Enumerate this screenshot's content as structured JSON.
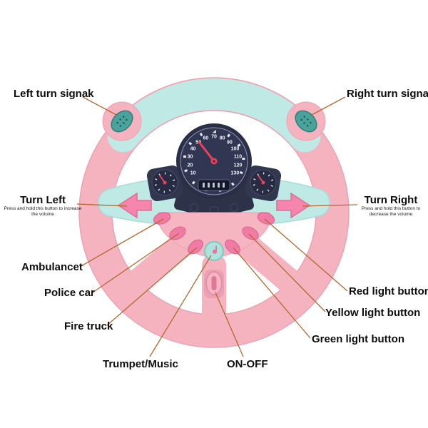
{
  "labels": {
    "left_turn_signal": "Left turn signak",
    "right_turn_signal": "Right turn signa",
    "turn_left": {
      "title": "Turn Left",
      "subtitle": "Press and hold this button to increase the volume"
    },
    "turn_right": {
      "title": "Turn Right",
      "subtitle": "Press and hold this button to decrease the volume"
    },
    "ambulance": "Ambulancet",
    "police_car": "Police car",
    "fire_truck": "Fire truck",
    "trumpet_music": "Trumpet/Music",
    "on_off": "ON-OFF",
    "red_light": "Red light button",
    "yellow_light": "Yellow light button",
    "green_light": "Green light button"
  },
  "gauge": {
    "ticks": [
      "10",
      "20",
      "30",
      "40",
      "50",
      "60",
      "70",
      "80",
      "90",
      "100",
      "110",
      "120",
      "130"
    ]
  },
  "colors": {
    "rim_pink": "#f4b3bf",
    "mint": "#bfe9e4",
    "speaker_teal": "#49a39b",
    "panel_navy": "#2e3248",
    "button_pink": "#f07ba4",
    "needle_red": "#e8435a",
    "annotation_line": "#b5672c"
  }
}
